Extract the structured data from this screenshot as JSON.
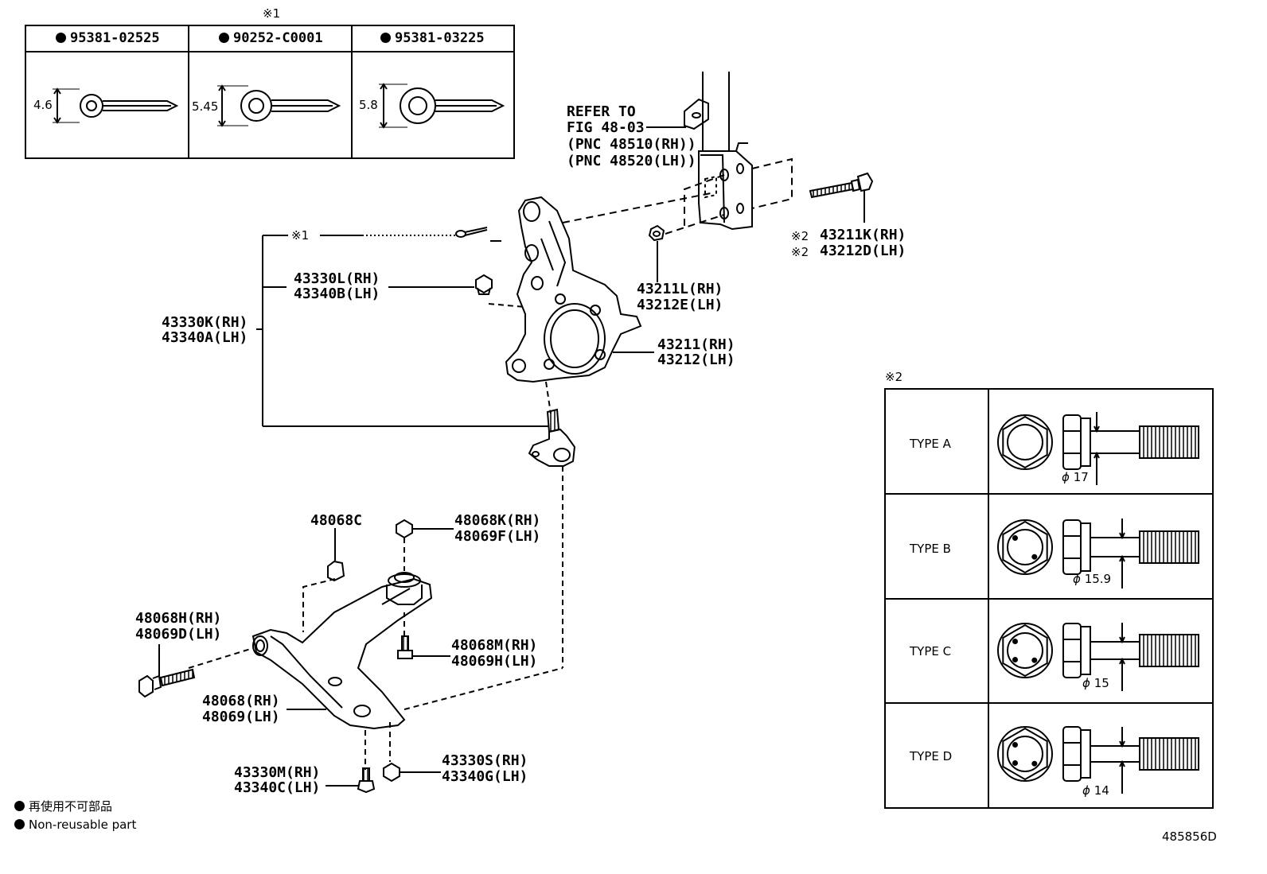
{
  "pin_table": {
    "note_mark": "※1",
    "columns": [
      {
        "part_no": "95381-02525",
        "dimension": "4.6"
      },
      {
        "part_no": "90252-C0001",
        "dimension": "5.45"
      },
      {
        "part_no": "95381-03225",
        "dimension": "5.8"
      }
    ]
  },
  "refer": {
    "line1": "REFER TO",
    "line2": "FIG 48-03",
    "line3": "(PNC 48510(RH))",
    "line4": "(PNC 48520(LH))"
  },
  "callouts": {
    "note1": "※1",
    "bolt_43211k": {
      "mark": "※2",
      "rh": "43211K(RH)",
      "lh": "43212D(LH)"
    },
    "nut_43211l": {
      "rh": "43211L(RH)",
      "lh": "43212E(LH)"
    },
    "knuckle": {
      "rh": "43211(RH)",
      "lh": "43212(LH)"
    },
    "nut_43330l": {
      "rh": "43330L(RH)",
      "lh": "43340B(LH)"
    },
    "balljoint": {
      "rh": "43330K(RH)",
      "lh": "43340A(LH)"
    },
    "bush_48068c": {
      "single": "48068C"
    },
    "nut_48068k": {
      "rh": "48068K(RH)",
      "lh": "48069F(LH)"
    },
    "bolt_48068h": {
      "rh": "48068H(RH)",
      "lh": "48069D(LH)"
    },
    "bolt_48068m": {
      "rh": "48068M(RH)",
      "lh": "48069H(LH)"
    },
    "arm": {
      "rh": "48068(RH)",
      "lh": "48069(LH)"
    },
    "bolt_43330m": {
      "rh": "43330M(RH)",
      "lh": "43340C(LH)"
    },
    "nut_43330s": {
      "rh": "43330S(RH)",
      "lh": "43340G(LH)"
    }
  },
  "type_table": {
    "note_mark": "※2",
    "rows": [
      {
        "type": "TYPE A",
        "diameter": "17"
      },
      {
        "type": "TYPE B",
        "diameter": "15.9"
      },
      {
        "type": "TYPE C",
        "diameter": "15"
      },
      {
        "type": "TYPE D",
        "diameter": "14"
      }
    ]
  },
  "legend": {
    "line1": "再使用不可部品",
    "line2": "Non-reusable part"
  },
  "figure_id": "485856D"
}
